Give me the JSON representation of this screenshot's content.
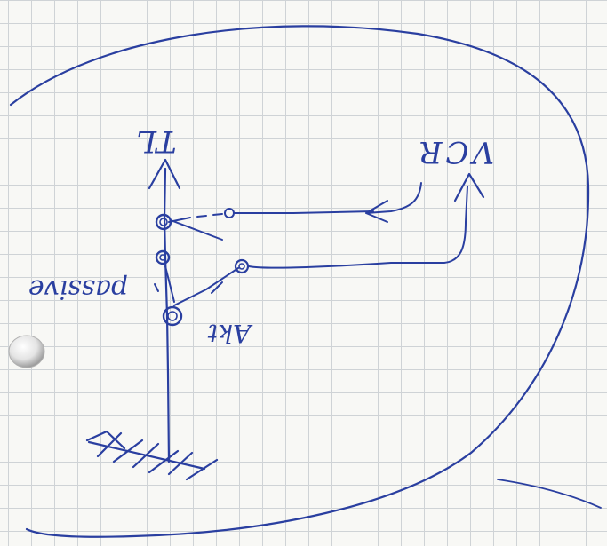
{
  "diagram": {
    "labels": {
      "tl": "TL",
      "vcr": "VCR",
      "passive": "passive",
      "akt": "Akt"
    },
    "colors": {
      "ink": "#2a3fa0",
      "grid": "#cfd3d6",
      "paper": "#f8f8f5"
    }
  }
}
